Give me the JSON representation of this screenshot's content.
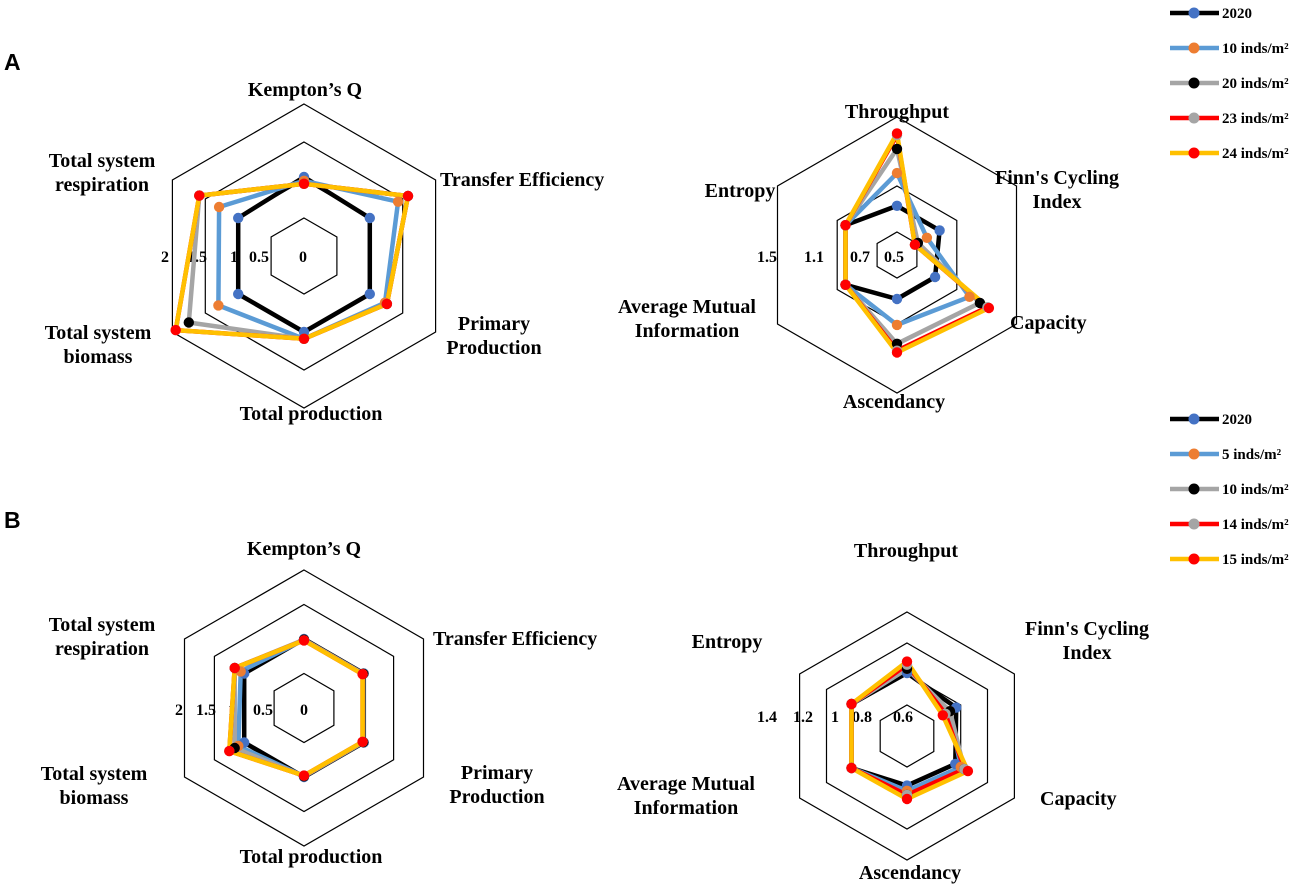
{
  "panels": [
    {
      "letter": "A",
      "legend": [
        {
          "label": "2020",
          "line": "#000000",
          "marker": "#4472C4"
        },
        {
          "label": "10 inds/m²",
          "line": "#5B9BD5",
          "marker": "#ED7D31"
        },
        {
          "label": "20 inds/m²",
          "line": "#A5A5A5",
          "marker": "#000000"
        },
        {
          "label": "23 inds/m²",
          "line": "#FF0000",
          "marker": "#A5A5A5"
        },
        {
          "label": "24 inds/m²",
          "line": "#FFC000",
          "marker": "#FF0000"
        }
      ]
    },
    {
      "letter": "B",
      "legend": [
        {
          "label": "2020",
          "line": "#000000",
          "marker": "#4472C4"
        },
        {
          "label": "5 inds/m²",
          "line": "#5B9BD5",
          "marker": "#ED7D31"
        },
        {
          "label": "10 inds/m²",
          "line": "#A5A5A5",
          "marker": "#000000"
        },
        {
          "label": "14 inds/m²",
          "line": "#FF0000",
          "marker": "#A5A5A5"
        },
        {
          "label": "15 inds/m²",
          "line": "#FFC000",
          "marker": "#FF0000"
        }
      ]
    }
  ],
  "chart_data": [
    {
      "type": "radar",
      "panel": "A",
      "axes": [
        [
          "Kempton’s Q"
        ],
        [
          "Transfer Efficiency"
        ],
        [
          "Primary",
          "Production"
        ],
        [
          "Total production"
        ],
        [
          "Total system",
          "biomass"
        ],
        [
          "Total system",
          "respiration"
        ]
      ],
      "ticks": [
        "0",
        "0.5",
        "1",
        "1.5",
        "2"
      ],
      "rlim": [
        0,
        2
      ],
      "series": [
        {
          "name": "2020",
          "values": [
            1.04,
            1.0,
            1.0,
            1.0,
            1.0,
            1.0
          ]
        },
        {
          "name": "10 inds/m²",
          "values": [
            0.99,
            1.43,
            1.23,
            1.09,
            1.3,
            1.29
          ]
        },
        {
          "name": "20 inds/m²",
          "values": [
            0.95,
            1.58,
            1.26,
            1.09,
            1.75,
            1.59
          ]
        },
        {
          "name": "23 inds/m²",
          "values": [
            0.95,
            1.58,
            1.26,
            1.09,
            1.95,
            1.59
          ]
        },
        {
          "name": "24 inds/m²",
          "values": [
            0.95,
            1.58,
            1.26,
            1.09,
            1.95,
            1.59
          ]
        }
      ]
    },
    {
      "type": "radar",
      "panel": "A",
      "axes": [
        [
          "Throughput"
        ],
        [
          "Finn's Cycling",
          "Index"
        ],
        [
          "Capacity"
        ],
        [
          "Ascendancy"
        ],
        [
          "Average Mutual",
          "Information"
        ],
        [
          "Entropy"
        ]
      ],
      "ticks": [
        "0.5",
        "0.7",
        "1.1",
        "1.5"
      ],
      "rlim": [
        0.3,
        1.9
      ],
      "series": [
        {
          "name": "2020",
          "values": [
            0.87,
            0.87,
            0.81,
            0.81,
            0.99,
            0.99
          ]
        },
        {
          "name": "10 inds/m²",
          "values": [
            1.25,
            0.7,
            1.27,
            1.11,
            0.99,
            0.99
          ]
        },
        {
          "name": "20 inds/m²",
          "values": [
            1.53,
            0.58,
            1.41,
            1.33,
            0.99,
            0.99
          ]
        },
        {
          "name": "23 inds/m²",
          "values": [
            1.69,
            0.54,
            1.51,
            1.41,
            0.99,
            0.99
          ]
        },
        {
          "name": "24 inds/m²",
          "values": [
            1.71,
            0.54,
            1.53,
            1.43,
            0.99,
            0.99
          ]
        }
      ]
    },
    {
      "type": "radar",
      "panel": "B",
      "axes": [
        [
          "Kempton’s Q"
        ],
        [
          "Transfer Efficiency"
        ],
        [
          "Primary",
          "Production"
        ],
        [
          "Total production"
        ],
        [
          "Total system",
          "biomass"
        ],
        [
          "Total system",
          "respiration"
        ]
      ],
      "ticks": [
        "0",
        "0.5",
        "1",
        "1.5",
        "2"
      ],
      "rlim": [
        0,
        2
      ],
      "series": [
        {
          "name": "2020",
          "values": [
            1.0,
            1.0,
            1.0,
            1.0,
            1.0,
            1.0
          ]
        },
        {
          "name": "5 inds/m²",
          "values": [
            0.99,
            0.99,
            0.99,
            0.99,
            1.1,
            1.06
          ]
        },
        {
          "name": "10 inds/m²",
          "values": [
            0.99,
            0.99,
            0.99,
            0.99,
            1.16,
            1.16
          ]
        },
        {
          "name": "14 inds/m²",
          "values": [
            0.98,
            0.98,
            0.98,
            0.98,
            1.25,
            1.16
          ]
        },
        {
          "name": "15 inds/m²",
          "values": [
            0.98,
            0.98,
            0.98,
            0.98,
            1.25,
            1.16
          ]
        }
      ]
    },
    {
      "type": "radar",
      "panel": "B",
      "axes": [
        [
          "Throughput"
        ],
        [
          "Finn's Cycling",
          "Index"
        ],
        [
          "Capacity"
        ],
        [
          "Ascendancy"
        ],
        [
          "Average Mutual",
          "Information"
        ],
        [
          "Entropy"
        ]
      ],
      "ticks": [
        "0.6",
        "0.8",
        "1",
        "1.2",
        "1.4"
      ],
      "rlim": [
        0.4,
        1.6
      ],
      "series": [
        {
          "name": "2020",
          "values": [
            1.01,
            0.95,
            0.94,
            0.88,
            1.02,
            1.02
          ]
        },
        {
          "name": "5 inds/m²",
          "values": [
            1.05,
            0.88,
            1.0,
            0.93,
            1.02,
            1.02
          ]
        },
        {
          "name": "10 inds/m²",
          "values": [
            1.05,
            0.88,
            1.04,
            0.97,
            1.02,
            1.02
          ]
        },
        {
          "name": "14 inds/m²",
          "values": [
            1.09,
            0.83,
            1.04,
            0.97,
            1.02,
            1.02
          ]
        },
        {
          "name": "15 inds/m²",
          "values": [
            1.12,
            0.8,
            1.08,
            1.01,
            1.02,
            1.02
          ]
        }
      ]
    }
  ]
}
